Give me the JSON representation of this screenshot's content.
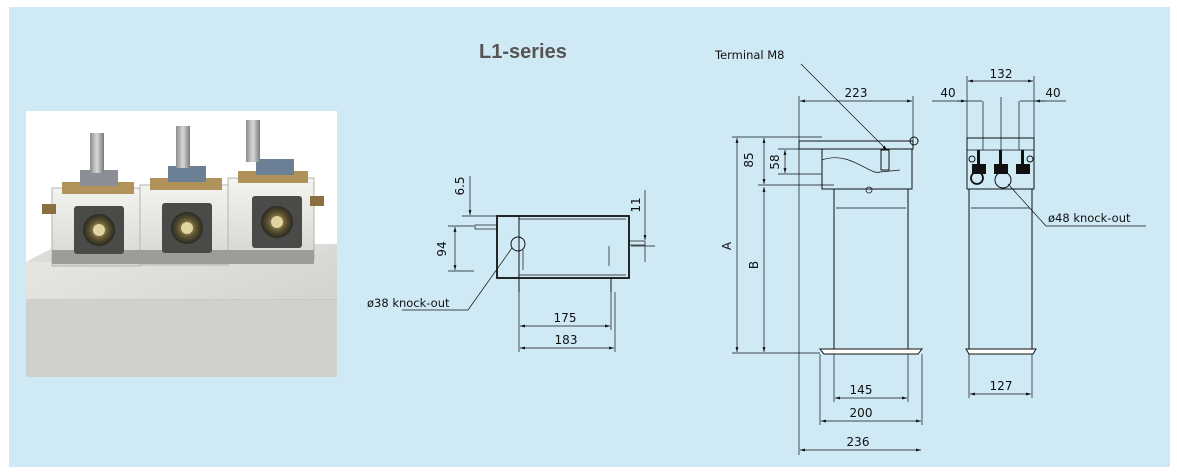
{
  "title": "L1-series",
  "side_view": {
    "dims": {
      "d6_5": "6.5",
      "d94": "94",
      "d11": "11",
      "d175": "175",
      "d183": "183"
    },
    "knockout_label": "ø38 knock-out"
  },
  "front_view": {
    "terminal_label": "Terminal  M8",
    "dims": {
      "d223": "223",
      "d85": "85",
      "d58": "58",
      "dA": "A",
      "dB": "B",
      "d145": "145",
      "d200": "200",
      "d236": "236"
    }
  },
  "end_view": {
    "dims": {
      "d132": "132",
      "d40_left": "40",
      "d40_right": "40",
      "d127": "127"
    },
    "knockout_label": "ø48 knock-out"
  },
  "colors": {
    "background": "#cfe9f5",
    "line": "#111111",
    "title": "#555555"
  },
  "photo_icon": "terminal-block-photo"
}
